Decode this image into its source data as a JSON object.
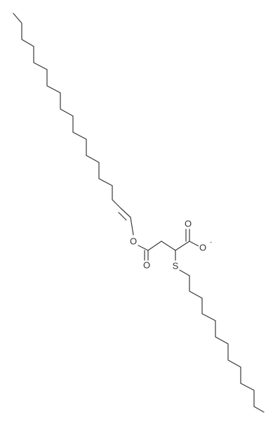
{
  "atoms": {
    "ester_o": "O",
    "ester_carbonyl_o": "O",
    "acid_carbonyl_o": "O",
    "carboxylate_o": "O",
    "carboxylate_charge": "-",
    "thioether_s": "S"
  },
  "colors": {
    "bond": "#3a3a3a",
    "label": "#333333",
    "background": "#ffffff"
  }
}
